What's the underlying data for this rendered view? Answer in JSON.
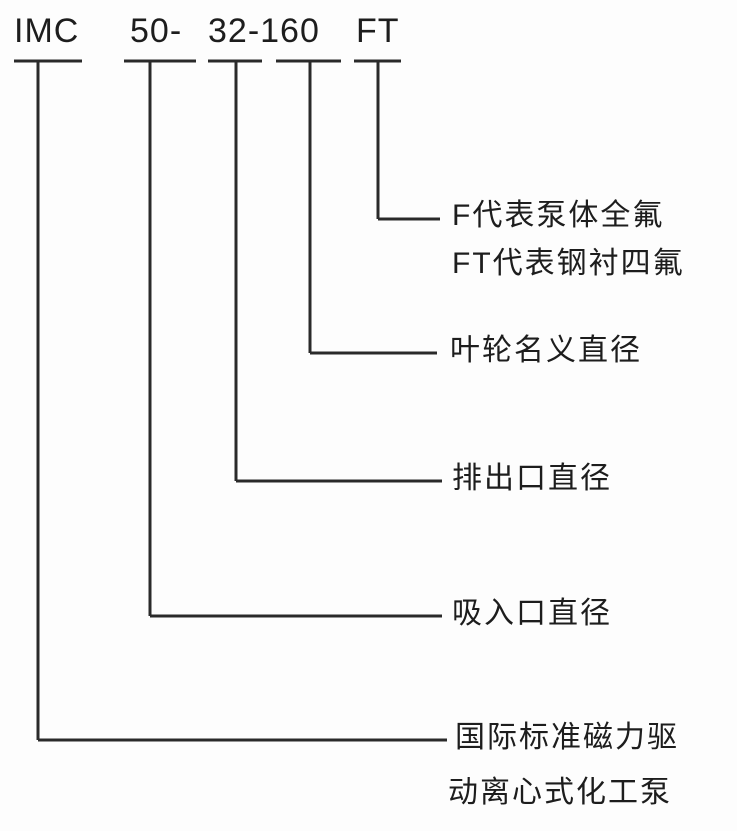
{
  "model_code": {
    "brand": "IMC",
    "suction": "50-",
    "discharge_impeller": "32-160",
    "material": "FT"
  },
  "annotations": {
    "material_line1": "F代表泵体全氟",
    "material_line2": "FT代表钢衬四氟",
    "impeller": "叶轮名义直径",
    "discharge": "排出口直径",
    "suction": "吸入口直径",
    "brand_line1": "国际标准磁力驱",
    "brand_line2": "动离心式化工泵"
  },
  "colors": {
    "line": "#2a2a2a",
    "text": "#1d1d1d",
    "background": "#fdfdfd"
  }
}
